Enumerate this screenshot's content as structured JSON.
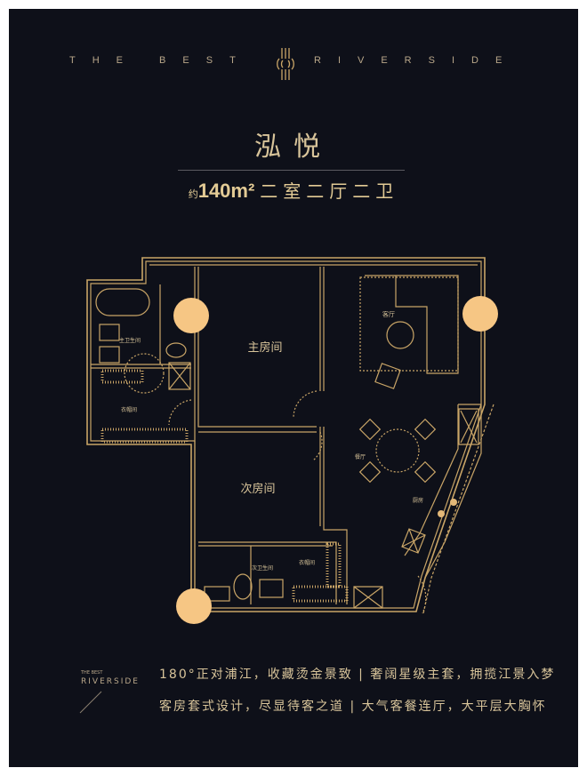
{
  "header": {
    "brand_left": "THE BEST",
    "brand_right": "RIVERSIDE"
  },
  "title": "泓悦",
  "subtitle": {
    "prefix": "约",
    "area": "140m²",
    "rooms": "二室二厅二卫"
  },
  "rooms": {
    "master_bedroom": "主房间",
    "living_room": "客厅",
    "master_bath": "主卫生间",
    "master_closet": "衣帽间",
    "second_bedroom": "次房间",
    "dining_room": "餐厅",
    "kitchen": "厨房",
    "second_bath": "次卫生间",
    "second_closet": "衣帽间"
  },
  "footer": {
    "logo_small": "THE BEST",
    "logo": "RIVERSIDE",
    "line1": "180°正对浦江，收藏烫金景致 | 奢阔星级主套，拥揽江景入梦",
    "line2": "客房套式设计，尽显待客之道 | 大气客餐连厅，大平层大胸怀"
  },
  "colors": {
    "background": "#0e1019",
    "gold": "#c9a567",
    "view_marker": "#f6c684"
  }
}
